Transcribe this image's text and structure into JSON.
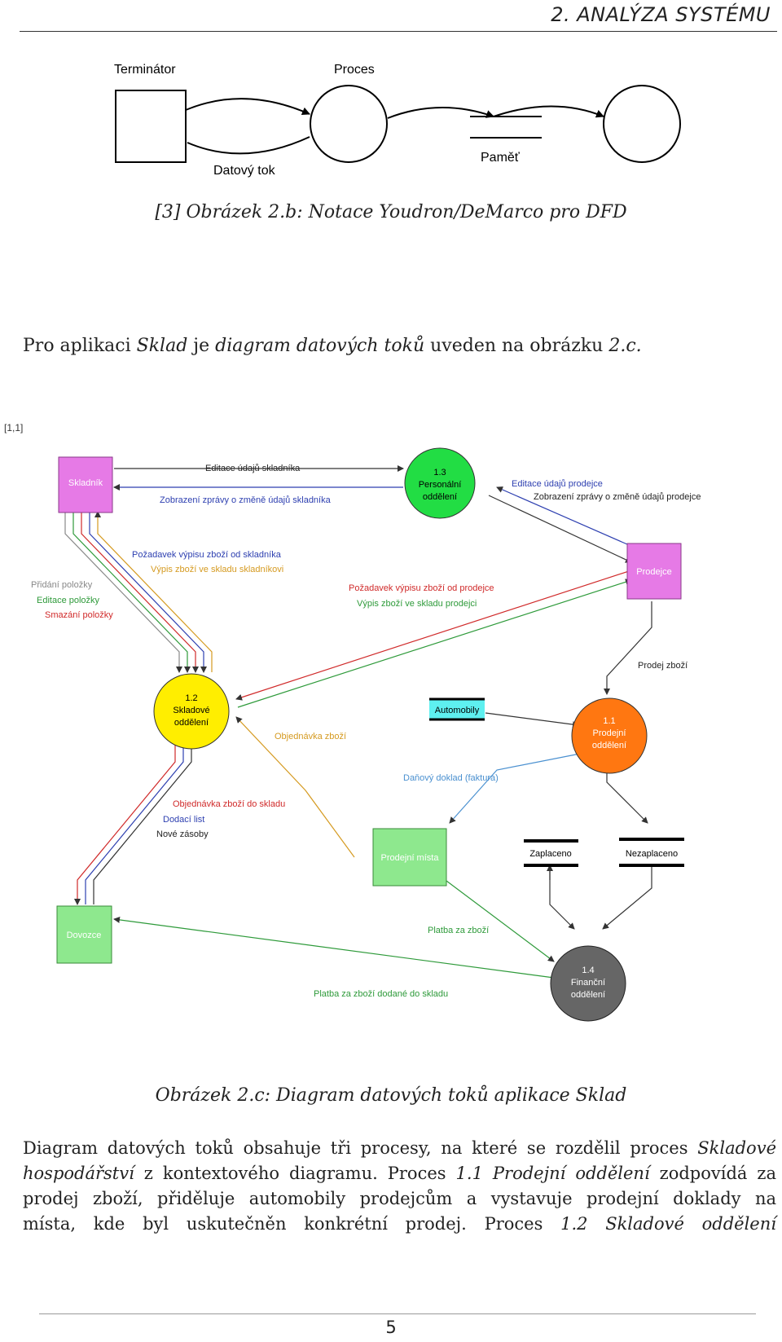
{
  "header": {
    "title": "2. ANALÝZA SYSTÉMU"
  },
  "notation": {
    "terminator": "Terminátor",
    "process": "Proces",
    "dataflow": "Datový tok",
    "store": "Paměť",
    "caption": "[3] Obrázek 2.b: Notace Youdron/DeMarco pro DFD"
  },
  "intro": {
    "part1": "Pro aplikaci ",
    "sklad": "Sklad",
    "part2": " je ",
    "diagram": "diagram datových toků",
    "part3": " uveden na obrázku ",
    "ref": "2.c."
  },
  "dfd": {
    "level": "[1,1]",
    "entities": {
      "skladnik": "Skladník",
      "prodejce": "Prodejce",
      "dovozce": "Dovozce",
      "prodejni_mista": "Prodejní místa"
    },
    "processes": {
      "p13": [
        "1.3",
        "Personální",
        "oddělení"
      ],
      "p12": [
        "1.2",
        "Skladové",
        "oddělení"
      ],
      "p11": [
        "1.1",
        "Prodejní",
        "oddělení"
      ],
      "p14": [
        "1.4",
        "Finanční",
        "oddělení"
      ]
    },
    "stores": {
      "automobily": "Automobily",
      "zaplaceno": "Zaplaceno",
      "nezaplaceno": "Nezaplaceno"
    },
    "flows": {
      "editace_skladnika": "Editace údajů skladníka",
      "zobrazeni_skladnika": "Zobrazení zprávy o změně údajů skladníka",
      "editace_prodejce": "Editace údajů prodejce",
      "zobrazeni_prodejce": "Zobrazení zprávy o změně údajů prodejce",
      "pozadavek_skladnik": "Požadavek výpisu zboží od skladníka",
      "vypis_skladnik": "Výpis zboží ve skladu skladníkovi",
      "pridani": "Přidání položky",
      "editace_polozky": "Editace položky",
      "smazani": "Smazání položky",
      "pozadavek_prodejce": "Požadavek výpisu zboží od prodejce",
      "vypis_prodejci": "Výpis zboží ve skladu prodejci",
      "prodej_zbozi": "Prodej zboží",
      "objednavka_zbozi": "Objednávka zboží",
      "danovy_doklad": "Daňový doklad (faktura)",
      "objednavka_sklad": "Objednávka zboží do skladu",
      "dodaci_list": "Dodací list",
      "nove_zasoby": "Nové zásoby",
      "platba": "Platba za zboží",
      "platba_dodane": "Platba za zboží dodané do skladu"
    },
    "caption": "Obrázek 2.c: Diagram datových toků aplikace Sklad"
  },
  "body": {
    "l1a": "Diagram datových toků obsahuje tři procesy, na které se rozdělil proces ",
    "l1b": "Skladové",
    "l2a": "hospodářství",
    "l2b": " z kontextového diagramu. Proces ",
    "l2c": "1.1 Prodejní oddělení",
    "l2d": " zodpovídá za",
    "l3": "prodej zboží, přiděluje automobily prodejcům a vystavuje prodejní doklady na",
    "l4a": "místa, kde byl uskutečněn konkrétní prodej. Proces ",
    "l4b": "1.2 Skladové oddělení"
  },
  "page_number": "5"
}
